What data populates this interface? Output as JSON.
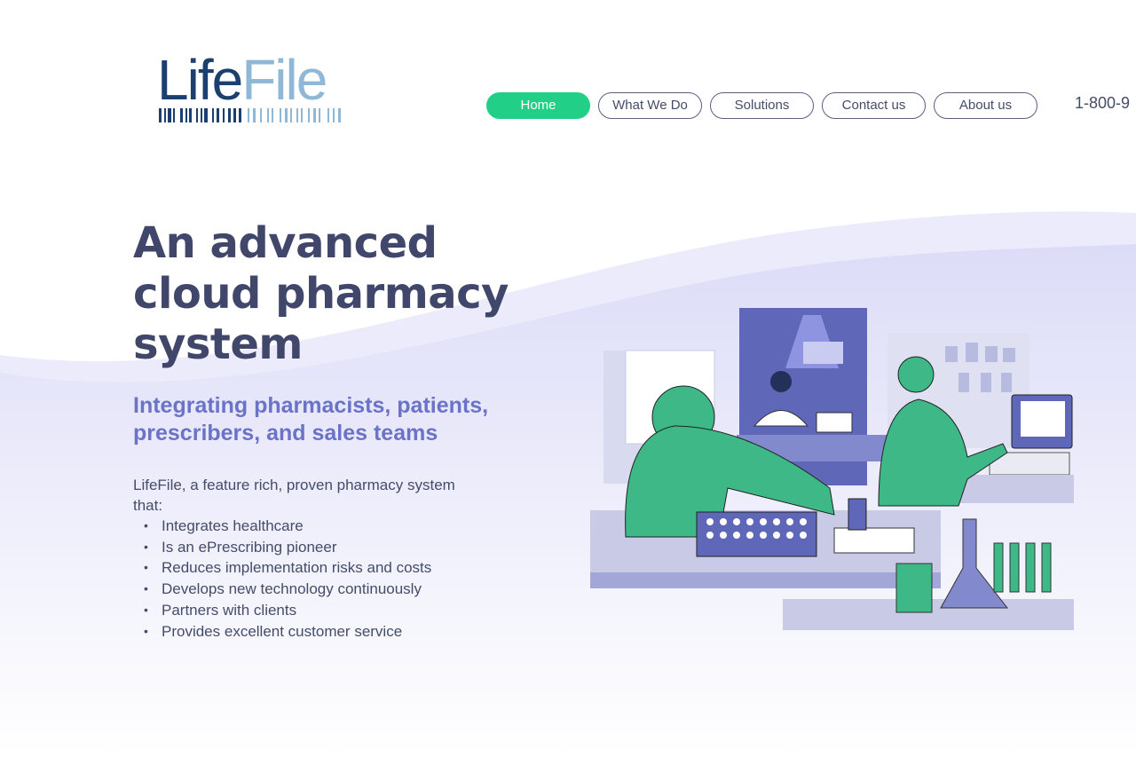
{
  "logo": {
    "part1": "Life",
    "part2": "File"
  },
  "nav": [
    {
      "label": "Home",
      "active": true
    },
    {
      "label": "What We Do"
    },
    {
      "label": "Solutions"
    },
    {
      "label": "Contact us"
    },
    {
      "label": "About us"
    }
  ],
  "phone": "1-800-9",
  "hero": {
    "title": "An advanced cloud pharmacy system",
    "subtitle": "Integrating pharmacists, patients, prescribers, and sales teams",
    "intro": "LifeFile, a feature rich, proven pharmacy system that:",
    "bullets": [
      "Integrates healthcare",
      "Is an ePrescribing pioneer",
      "Reduces implementation risks and costs",
      "Develops new technology continuously",
      "Partners with clients",
      "Provides excellent customer service"
    ]
  },
  "colors": {
    "accent": "#22cf86",
    "heading": "#41476a",
    "subheading": "#6a73c8"
  }
}
